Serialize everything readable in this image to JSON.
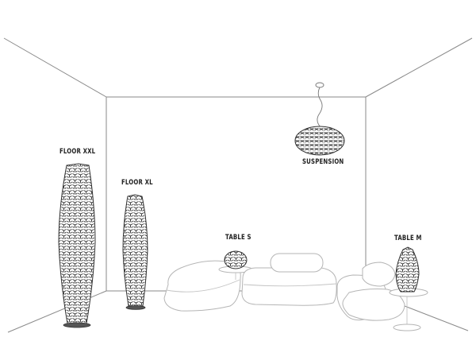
{
  "scene": {
    "type": "room-illustration",
    "background": "#ffffff",
    "line_color": "#8a8a8a",
    "lamp_color": "#333333"
  },
  "labels": {
    "floor_xxl": "FLOOR XXL",
    "floor_xl": "FLOOR XL",
    "suspension": "SUSPENSION",
    "table_s": "TABLE S",
    "table_m": "TABLE M"
  },
  "products": [
    {
      "id": "floor_xxl",
      "name": "FLOOR XXL",
      "kind": "floor-lamp"
    },
    {
      "id": "floor_xl",
      "name": "FLOOR XL",
      "kind": "floor-lamp"
    },
    {
      "id": "suspension",
      "name": "SUSPENSION",
      "kind": "pendant-lamp"
    },
    {
      "id": "table_s",
      "name": "TABLE S",
      "kind": "table-lamp"
    },
    {
      "id": "table_m",
      "name": "TABLE M",
      "kind": "table-lamp"
    }
  ]
}
